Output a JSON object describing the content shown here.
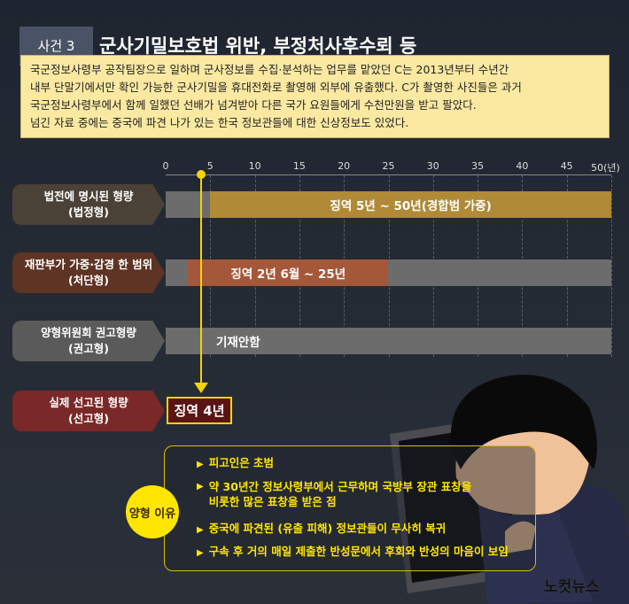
{
  "header": {
    "case_tag": "사건 3",
    "title": "군사기밀보호법 위반, 부정처사후수뢰 등"
  },
  "summary": [
    "국군정보사령부 공작팀장으로 일하며 군사정보를 수집·분석하는 업무를 맡았던 C는 2013년부터 수년간",
    "내부 단말기에서만 확인 가능한 군사기밀을 휴대전화로 촬영해 외부에 유출했다. C가 촬영한 사진들은 과거",
    "국군정보사령부에서 함께 일했던 선배가 넘겨받아 다른 국가 요원들에게 수천만원을 받고 팔았다.",
    "넘긴 자료 중에는 중국에 파견 나가 있는 한국 정보관들에 대한 신상정보도 있었다."
  ],
  "chart_data": {
    "type": "bar",
    "orientation": "horizontal-range",
    "xlim": [
      0,
      50
    ],
    "ticks": [
      "0",
      "5",
      "10",
      "15",
      "20",
      "25",
      "30",
      "35",
      "40",
      "45",
      "50(년)"
    ],
    "tick_values": [
      0,
      5,
      10,
      15,
      20,
      25,
      30,
      35,
      40,
      45,
      50
    ],
    "rows": [
      {
        "label1": "법전에 명시된 형량",
        "label2": "(법정형)",
        "range": [
          5,
          50
        ],
        "range_label": "징역 5년 ~ 50년(경합범 가중)",
        "color": "#b08a36",
        "label_color": "#4a4236"
      },
      {
        "label1": "재판부가 가중·감경 한 범위",
        "label2": "(처단형)",
        "range": [
          2.5,
          25
        ],
        "range_label": "징역 2년 6월 ~ 25년",
        "color": "#a5573a",
        "label_color": "#5e3424"
      },
      {
        "label1": "양형위원회 권고형량",
        "label2": "(권고형)",
        "range": null,
        "range_label": "기재안함",
        "color": "#6c6c6c",
        "label_color": "#5a5a5a"
      },
      {
        "label1": "실제 선고된 형량",
        "label2": "(선고형)",
        "value": 4,
        "value_label": "징역 4년",
        "color": "#5b1414",
        "label_color": "#7a2828"
      }
    ],
    "marker_color": "#f5d400"
  },
  "reasons": {
    "badge": "양형 이유",
    "items": [
      "피고인은 초범",
      "약 30년간 정보사령부에서 근무하며 국방부 장관 표창을\n비롯한 많은 표창을 받은 점",
      "중국에 파견된 (유출 피해) 정보관들이 무사히 복귀",
      "구속 후 거의 매일 제출한 반성문에서 후회와 반성의 마음이 보임"
    ],
    "bullet": "▶"
  },
  "logo": "노컷뉴스"
}
